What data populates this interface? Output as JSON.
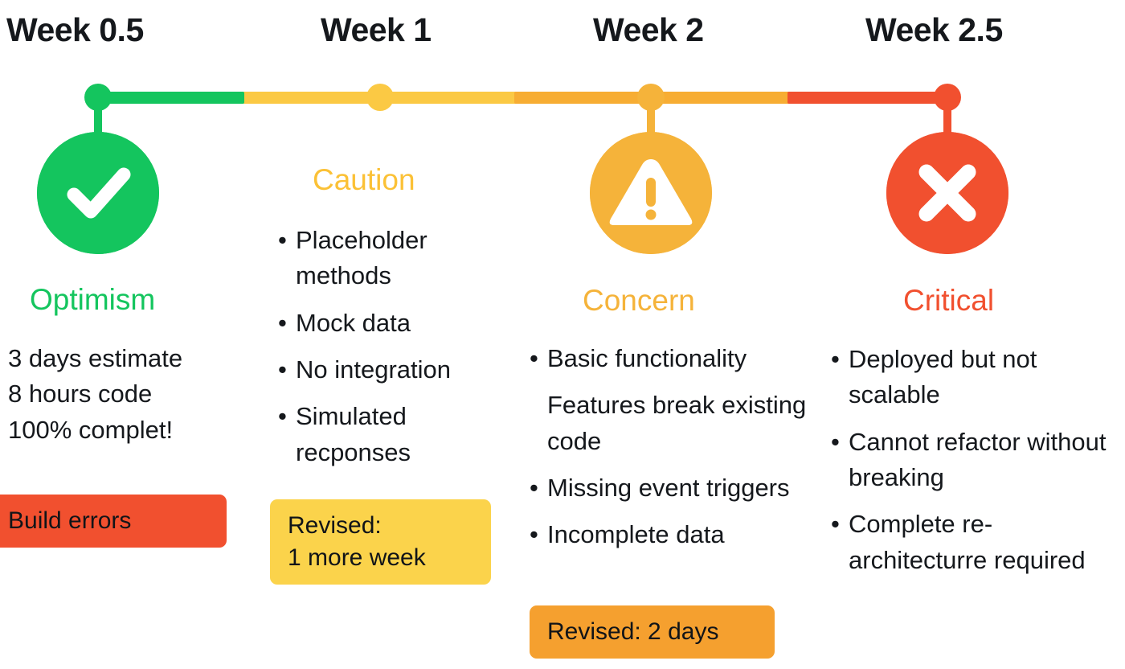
{
  "meta": {
    "kind": "project-status-timeline",
    "colors": {
      "green": "#14c55e",
      "yellow": "#fbc944",
      "amber": "#f5b33a",
      "red": "#f1502f",
      "text": "#15181c",
      "background": "#ffffff"
    }
  },
  "timeline": {
    "markers": [
      {
        "label": "Week 0.5",
        "color": "#14c55e"
      },
      {
        "label": "Week 1",
        "color": "#fbc944"
      },
      {
        "label": "Week 2",
        "color": "#f5b33a"
      },
      {
        "label": "Week 2.5",
        "color": "#f1502f"
      }
    ],
    "segments": [
      {
        "from": "Week 0.5",
        "to": "Week 1",
        "color": "#14c55e"
      },
      {
        "from": "Week 1",
        "to": "Week 2",
        "color": "#fbc944"
      },
      {
        "from": "Week 2",
        "to": "Week 2.5",
        "color": "#f7ad33"
      },
      {
        "from": "Week 2.5",
        "to": "end",
        "color": "#f1502f"
      }
    ]
  },
  "columns": [
    {
      "week": "Week 0.5",
      "icon": "check-circle-icon",
      "status": "Optimism",
      "status_color": "#14c55e",
      "lines": [
        "3 days estimate",
        "8 hours code",
        "100% complet!"
      ],
      "badge": {
        "text": "Build errors",
        "color": "#f1502f"
      }
    },
    {
      "week": "Week 1",
      "icon": null,
      "status": "Caution",
      "status_color": "#fbc136",
      "bullets": [
        {
          "text": "Placeholder methods",
          "bullet": true
        },
        {
          "text": "Mock data",
          "bullet": true
        },
        {
          "text": "No integration",
          "bullet": true
        },
        {
          "text": "Simulated recponses",
          "bullet": true
        }
      ],
      "badge": {
        "text": "Revised:\n1 more week",
        "color": "#fbd34b"
      }
    },
    {
      "week": "Week 2",
      "icon": "warning-triangle-icon",
      "status": "Concern",
      "status_color": "#f5b33a",
      "bullets": [
        {
          "text": "Basic functionality",
          "bullet": true
        },
        {
          "text": "Features break existing code",
          "bullet": false
        },
        {
          "text": "Missing event triggers",
          "bullet": true
        },
        {
          "text": "Incomplete data",
          "bullet": true
        }
      ],
      "badge": {
        "text": "Revised: 2 days",
        "color": "#f5a02f"
      }
    },
    {
      "week": "Week 2.5",
      "icon": "x-circle-icon",
      "status": "Critical",
      "status_color": "#f1502f",
      "bullets": [
        {
          "text": "Deployed but not scalable",
          "bullet": true
        },
        {
          "text": "Cannot refactor without breaking",
          "bullet": true
        },
        {
          "text": "Complete re-architecturre required",
          "bullet": true
        }
      ],
      "badge": null
    }
  ]
}
